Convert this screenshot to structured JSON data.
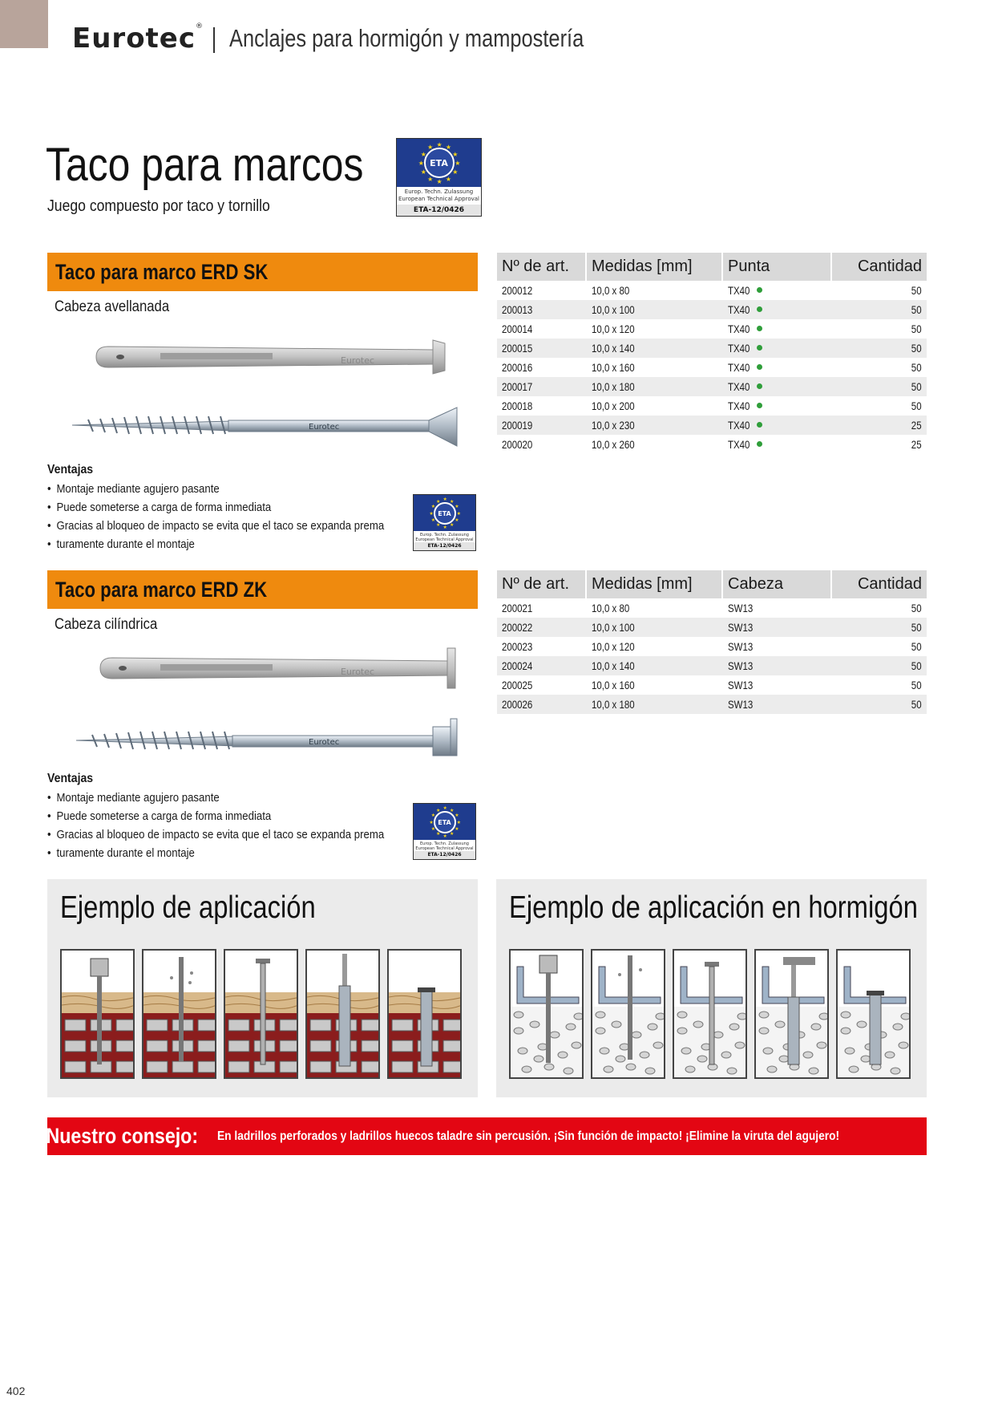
{
  "header": {
    "brand": "Eurotec",
    "registered": "®",
    "section": "Anclajes para hormigón y mampostería"
  },
  "page": {
    "title": "Taco para marcos",
    "subtitle": "Juego compuesto por taco y tornillo",
    "number": "402"
  },
  "eta_badge": {
    "label": "ETA",
    "caption_1": "Europ. Techn. Zulassung",
    "caption_2": "European Technical Approval",
    "code": "ETA-12/0426"
  },
  "sk": {
    "title": "Taco para marco ERD SK",
    "description": "Cabeza avellanada",
    "dowel_brand": "Eurotec",
    "screw_brand": "Eurotec",
    "table": {
      "headers": [
        "Nº de art.",
        "Medidas [mm]",
        "Punta",
        "Cantidad"
      ],
      "rows": [
        [
          "200012",
          "10,0 x 80",
          "TX40",
          "50"
        ],
        [
          "200013",
          "10,0 x 100",
          "TX40",
          "50"
        ],
        [
          "200014",
          "10,0 x 120",
          "TX40",
          "50"
        ],
        [
          "200015",
          "10,0 x 140",
          "TX40",
          "50"
        ],
        [
          "200016",
          "10,0 x 160",
          "TX40",
          "50"
        ],
        [
          "200017",
          "10,0 x 180",
          "TX40",
          "50"
        ],
        [
          "200018",
          "10,0 x 200",
          "TX40",
          "50"
        ],
        [
          "200019",
          "10,0 x 230",
          "TX40",
          "25"
        ],
        [
          "200020",
          "10,0 x 260",
          "TX40",
          "25"
        ]
      ]
    },
    "advantages_title": "Ventajas",
    "advantages": [
      "Montaje mediante agujero pasante",
      "Puede someterse a carga de forma inmediata",
      "Gracias al bloqueo de impacto se evita que el taco se expanda prema",
      "turamente durante el montaje"
    ]
  },
  "zk": {
    "title": "Taco para marco ERD ZK",
    "description": "Cabeza cilíndrica",
    "dowel_brand": "Eurotec",
    "screw_brand": "Eurotec",
    "table": {
      "headers": [
        "Nº de art.",
        "Medidas [mm]",
        "Cabeza",
        "Cantidad"
      ],
      "rows": [
        [
          "200021",
          "10,0 x 80",
          "SW13",
          "50"
        ],
        [
          "200022",
          "10,0 x 100",
          "SW13",
          "50"
        ],
        [
          "200023",
          "10,0 x 120",
          "SW13",
          "50"
        ],
        [
          "200024",
          "10,0 x 140",
          "SW13",
          "50"
        ],
        [
          "200025",
          "10,0 x 160",
          "SW13",
          "50"
        ],
        [
          "200026",
          "10,0 x 180",
          "SW13",
          "50"
        ]
      ]
    },
    "advantages_title": "Ventajas",
    "advantages": [
      "Montaje mediante agujero pasante",
      "Puede someterse a carga de forma inmediata",
      "Gracias al bloqueo de impacto se evita que el taco se expanda prema",
      "turamente durante el montaje"
    ]
  },
  "application": {
    "title": "Ejemplo de aplicación"
  },
  "application_concrete": {
    "title": "Ejemplo de aplicación en hormigón"
  },
  "tip": {
    "label": "Nuestro consejo:",
    "text": "En ladrillos perforados y ladrillos huecos taladre sin percusión. ¡Sin función de impacto! ¡Elimine la viruta del agujero!"
  },
  "colors": {
    "accent_orange": "#ef8a0e",
    "tip_red": "#e30613",
    "eta_blue": "#1f3c8e",
    "dot_green": "#2f9e3a"
  }
}
